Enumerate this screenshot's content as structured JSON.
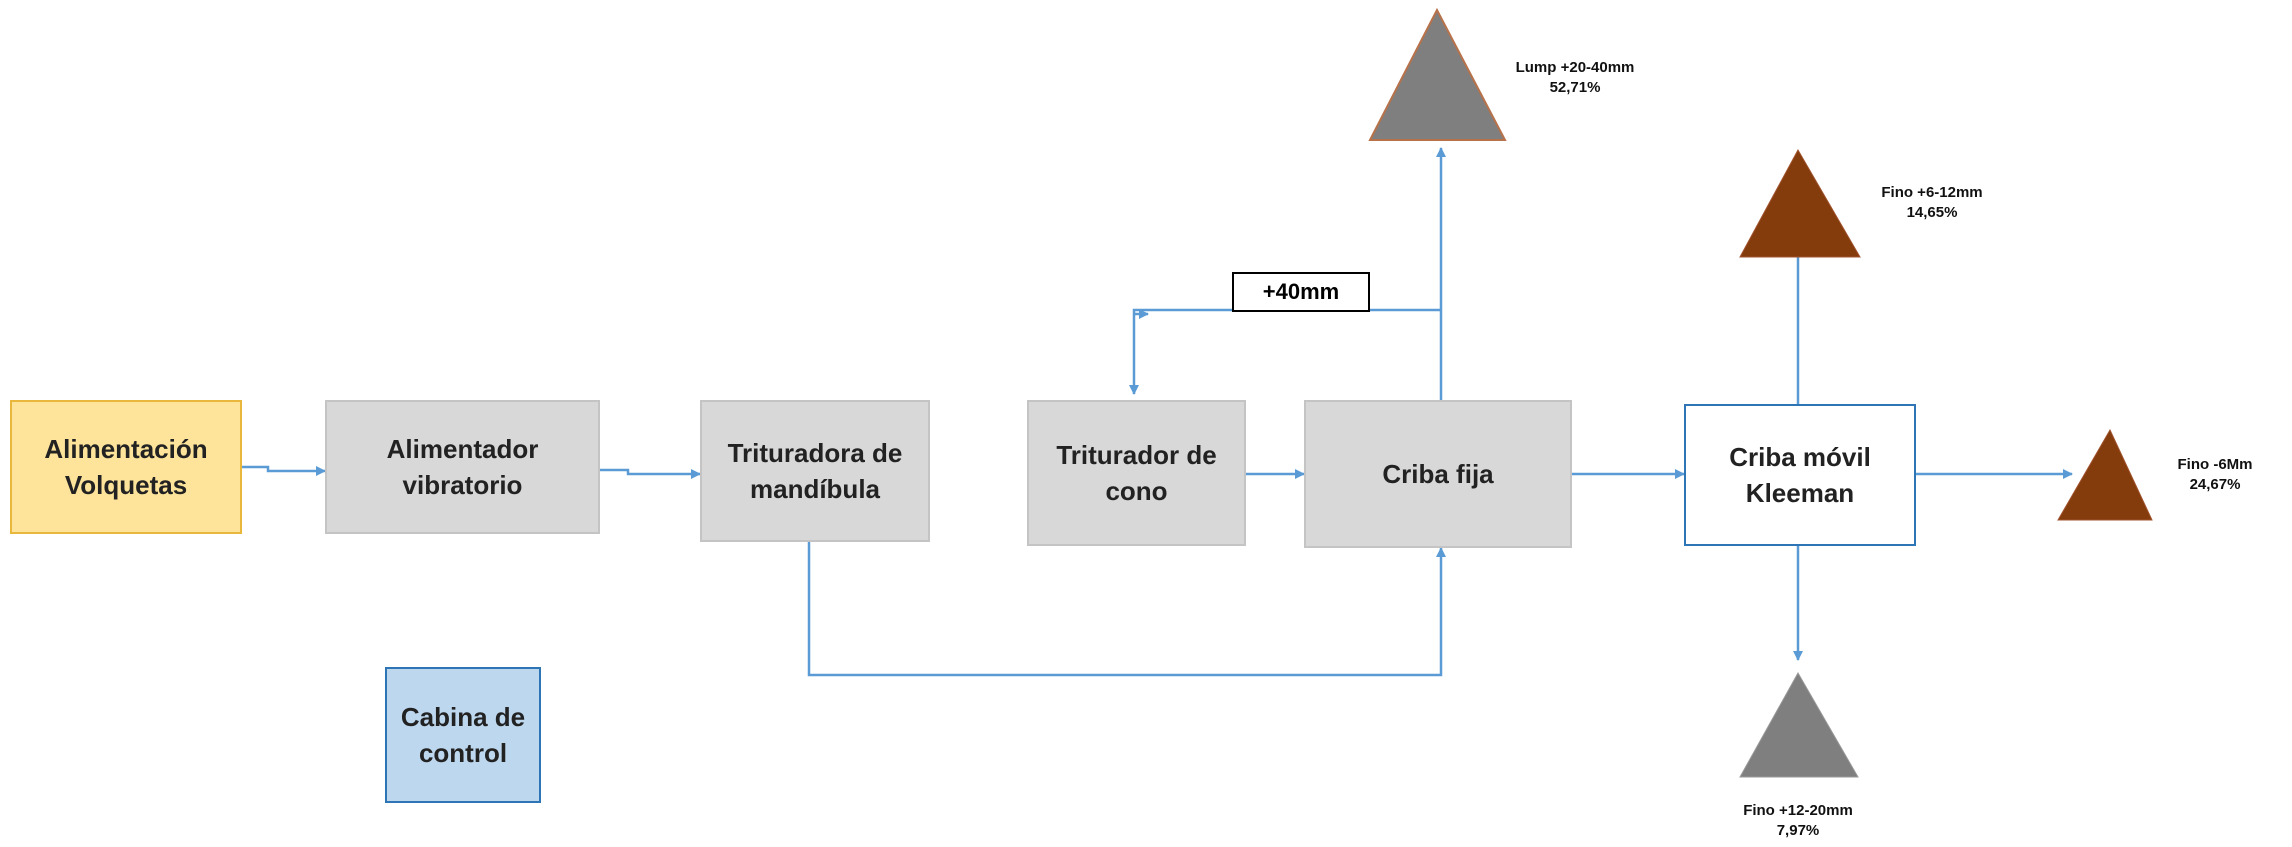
{
  "boxes": {
    "alimentacion": "Alimentación\nVolquetas",
    "alimentador": "Alimentador\nvibratorio",
    "trituradora_mandibula": "Trituradora de\nmandíbula",
    "triturador_cono": "Triturador de\ncono",
    "criba_fija": "Criba fija",
    "criba_movil": "Criba móvil\nKleeman",
    "cabina": "Cabina de\ncontrol"
  },
  "recycle_label": "+40mm",
  "products": {
    "lump": {
      "name": "Lump +20-40mm",
      "pct": "52,71%",
      "color": "#7f7f7f"
    },
    "fino_6_12": {
      "name": "Fino +6-12mm",
      "pct": "14,65%",
      "color": "#843c0c"
    },
    "fino_6": {
      "name": "Fino -6Mm",
      "pct": "24,67%",
      "color": "#843c0c"
    },
    "fino_12_20": {
      "name": "Fino +12-20mm",
      "pct": "7,97%",
      "color": "#7f7f7f"
    }
  },
  "colors": {
    "arrow": "#5b9bd5"
  }
}
